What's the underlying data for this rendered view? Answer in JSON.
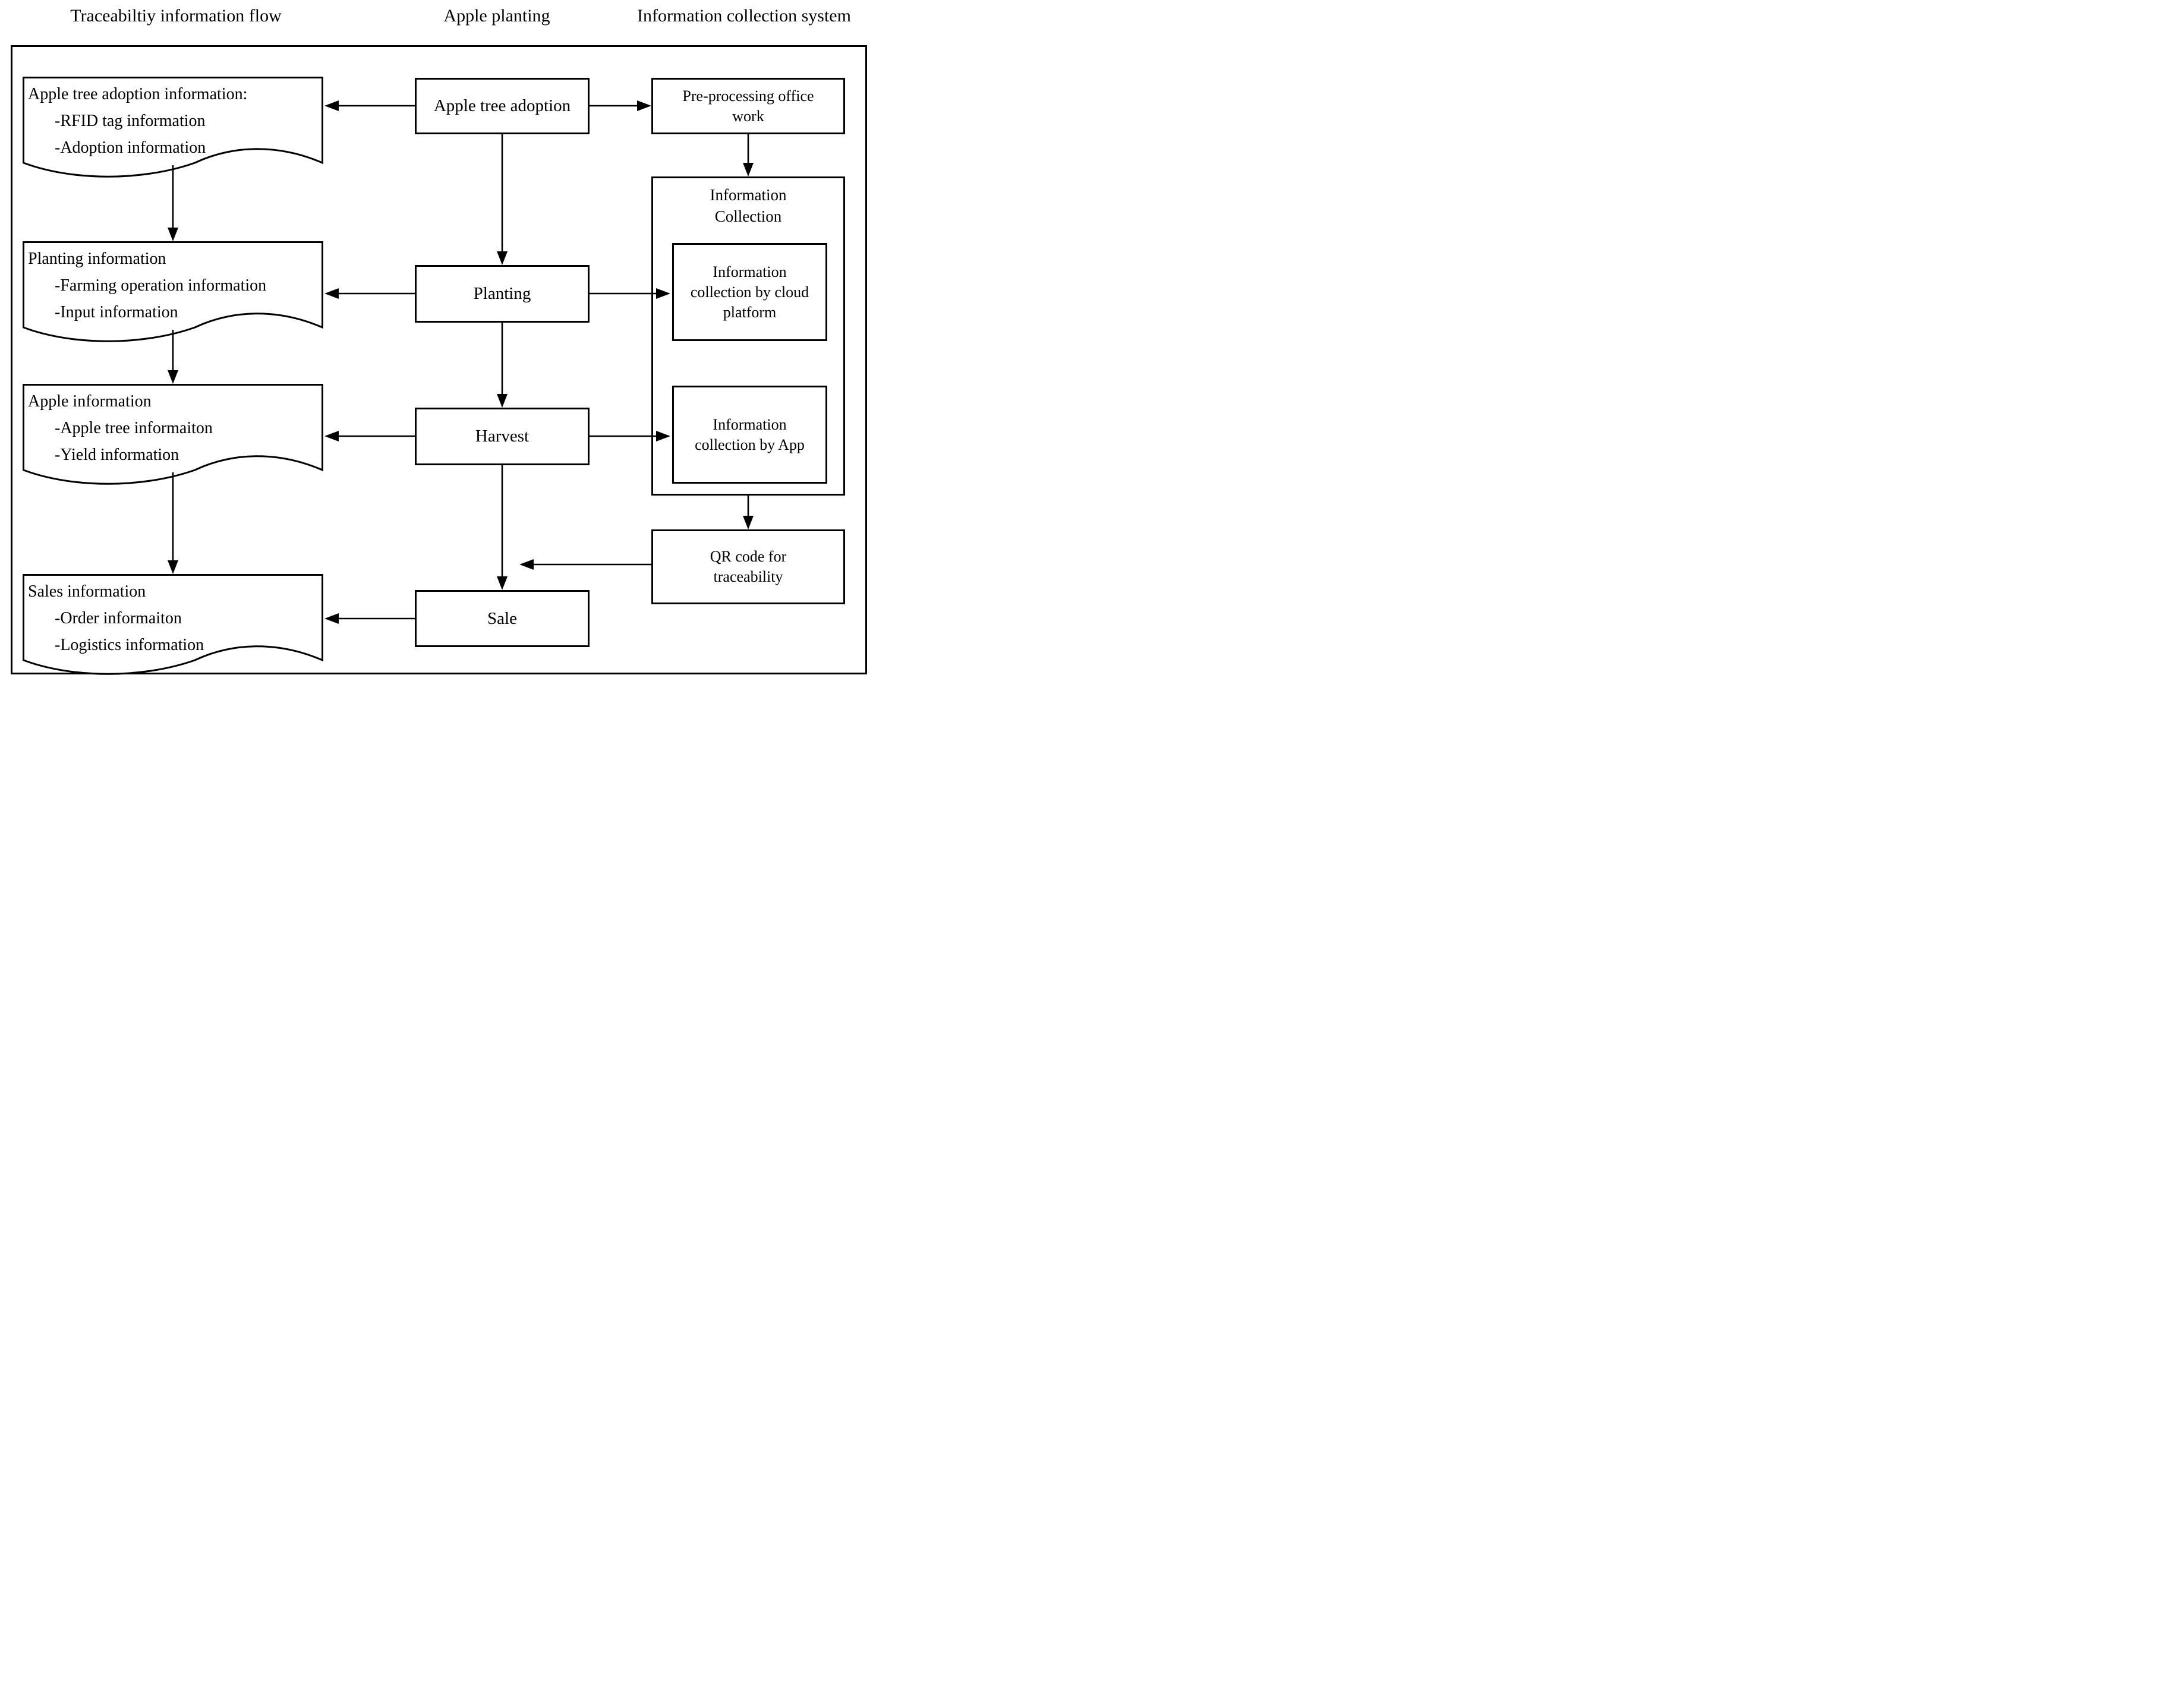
{
  "headers": {
    "left": "Traceabiltiy information flow",
    "middle": "Apple planting",
    "right": "Information collection system"
  },
  "flow_docs": [
    {
      "title": "Apple tree adoption information:",
      "items": [
        "-RFID tag information",
        "-Adoption information"
      ]
    },
    {
      "title": "Planting information",
      "items": [
        "-Farming operation information",
        "-Input information"
      ]
    },
    {
      "title": "Apple information",
      "items": [
        "-Apple tree informaiton",
        "-Yield information"
      ]
    },
    {
      "title": "Sales information",
      "items": [
        "-Order informaiton",
        "-Logistics information"
      ]
    }
  ],
  "process_steps": [
    {
      "label": "Apple tree adoption"
    },
    {
      "label": "Planting"
    },
    {
      "label": "Harvest"
    },
    {
      "label": "Sale"
    }
  ],
  "collection_system": {
    "preprocessing": "Pre-processing office work",
    "group_title": "Information Collection",
    "cloud": "Information collection by cloud platform",
    "app": "Information collection by App",
    "qr": "QR code for traceability"
  },
  "colors": {
    "line": "#000000",
    "background": "#ffffff"
  }
}
